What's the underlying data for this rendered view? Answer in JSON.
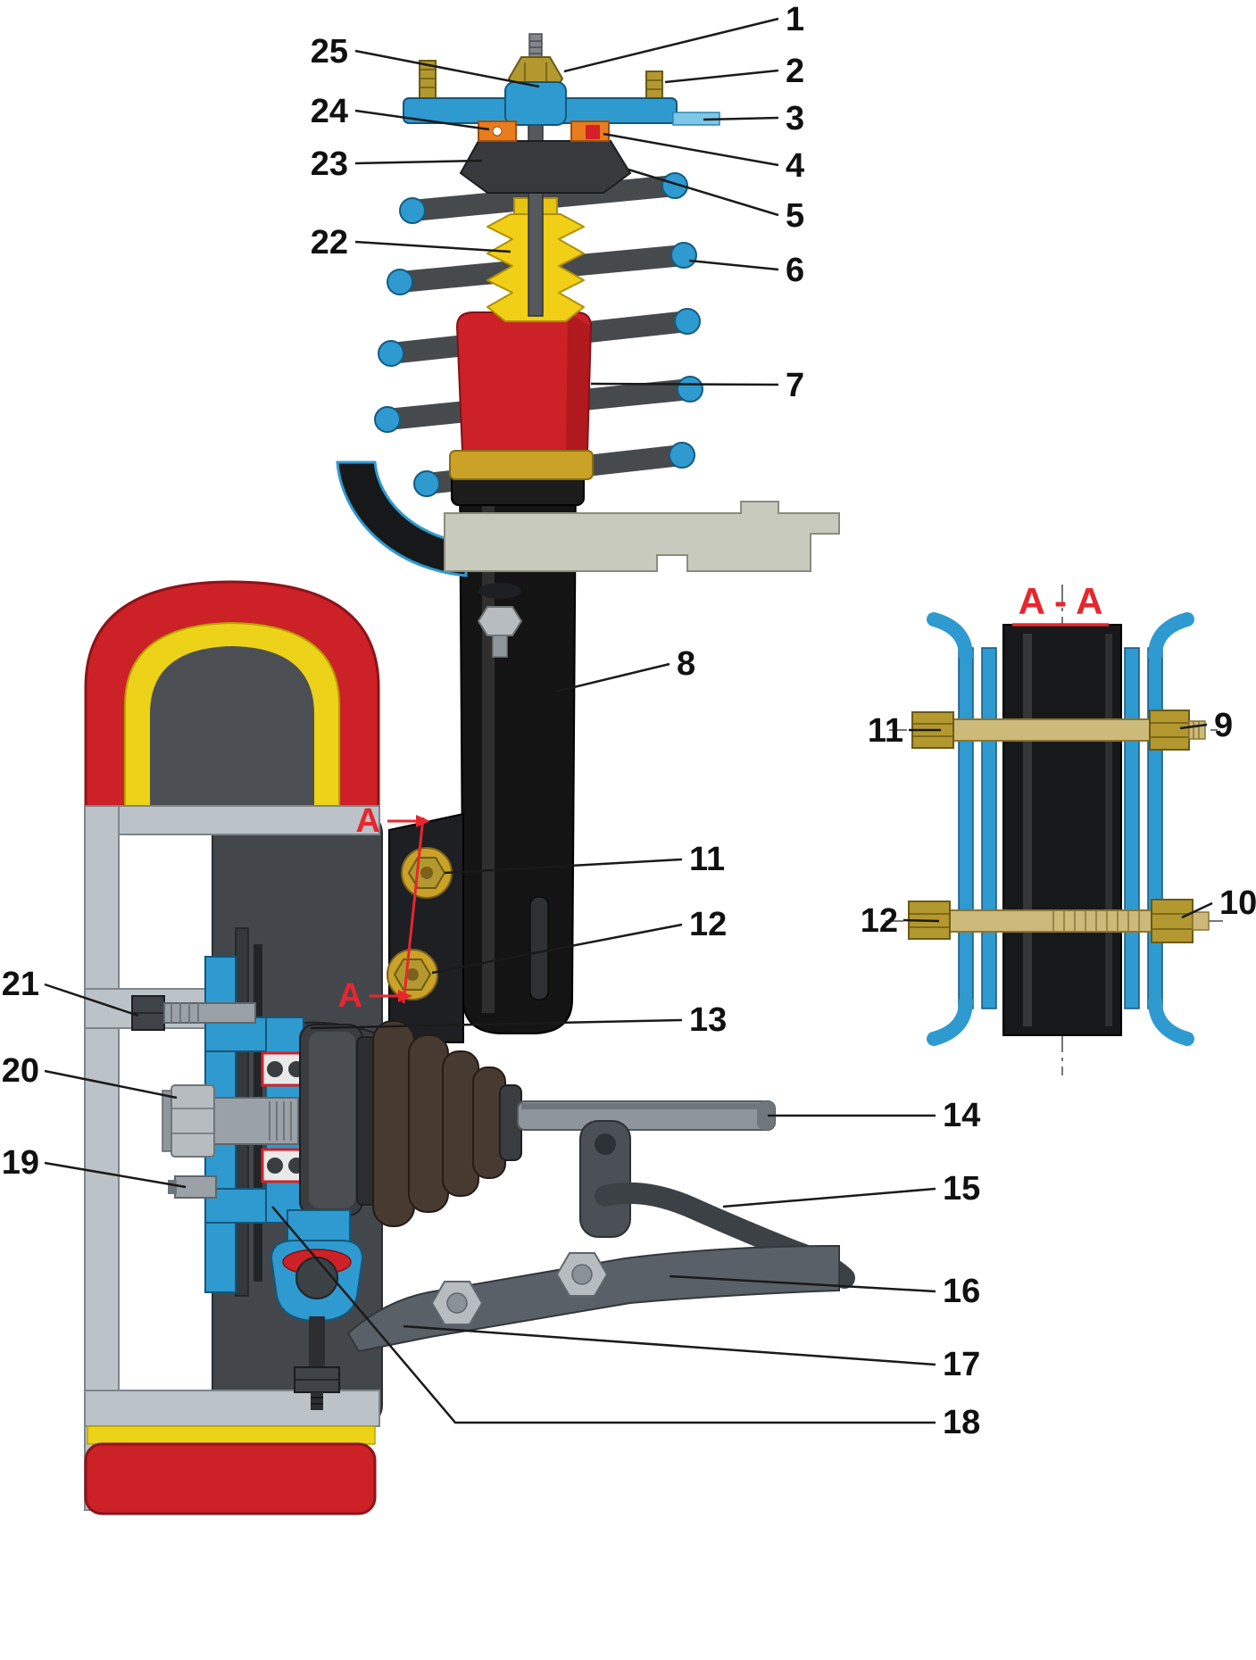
{
  "colors": {
    "accent_red": "#e8262d",
    "tire_red": "#cc2127",
    "bellows_yellow": "#f1cf16",
    "part_blue": "#2e9ad0",
    "hardware_gold": "#b3982f",
    "leader_black": "#1a1a1a"
  },
  "section_view": {
    "title": "A - A"
  },
  "section_markers": {
    "top": "A",
    "bottom": "A"
  },
  "callouts": {
    "n1": "1",
    "n2": "2",
    "n3": "3",
    "n4": "4",
    "n5": "5",
    "n6": "6",
    "n7": "7",
    "n8": "8",
    "n9": "9",
    "n10": "10",
    "n11_main": "11",
    "n12_main": "12",
    "n11_section": "11",
    "n12_section": "12",
    "n13": "13",
    "n14": "14",
    "n15": "15",
    "n16": "16",
    "n17": "17",
    "n18": "18",
    "n19": "19",
    "n20": "20",
    "n21": "21",
    "n22": "22",
    "n23": "23",
    "n24": "24",
    "n25": "25"
  }
}
